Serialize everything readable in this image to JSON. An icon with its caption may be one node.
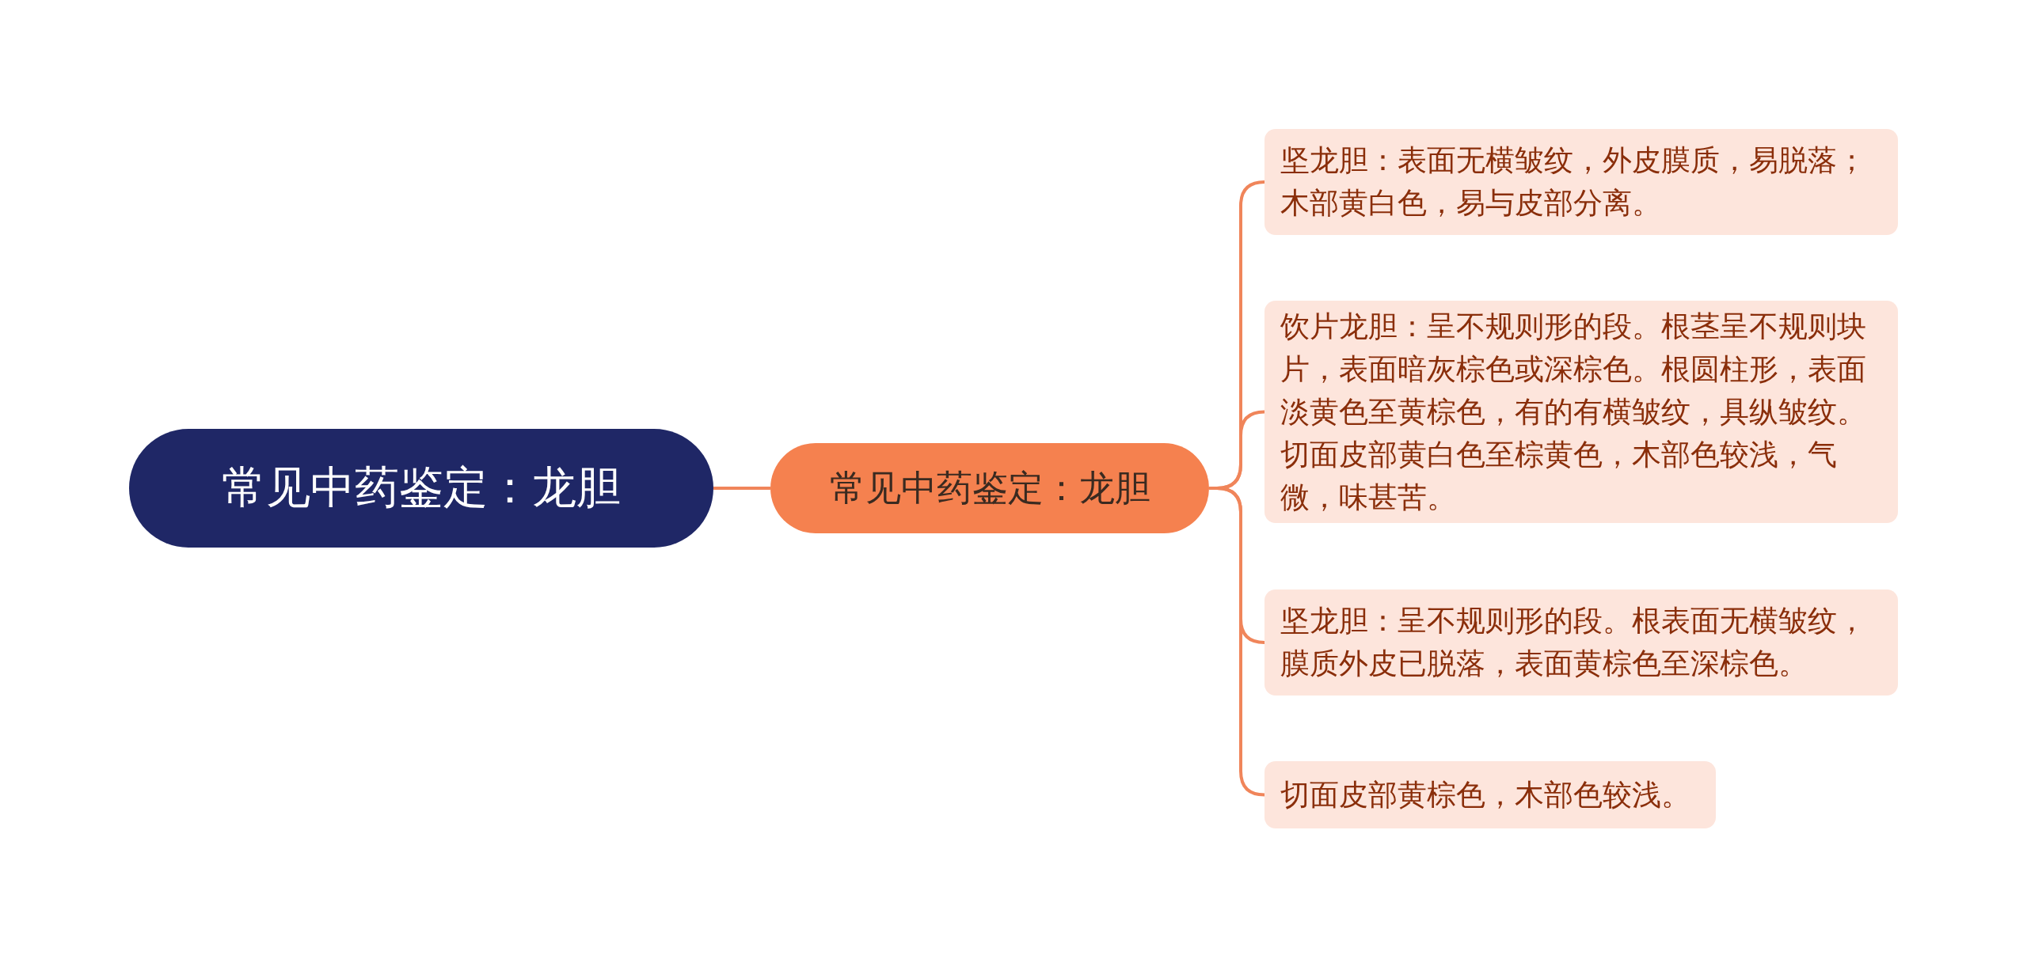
{
  "diagram": {
    "nodes": [
      {
        "text": [
          "常见中药鉴定：龙胆"
        ]
      },
      {
        "text": [
          "常见中药鉴定：龙胆"
        ]
      },
      {
        "text": [
          "坚龙胆：表面无横皱纹，外皮膜质，易脱落；木部黄白色，易与皮部分离。"
        ]
      },
      {
        "text": [
          "饮片龙胆：呈不规则形的段。根茎呈不规则块片，表面暗灰棕色或深棕色。根圆柱形，表面淡黄色至黄棕色，有的有横皱纹，具纵皱纹。切面皮部黄白色至棕黄色，木部色较浅，气微，味甚苦。"
        ]
      },
      {
        "text": [
          "坚龙胆：呈不规则形的段。根表面无横皱纹，膜质外皮已脱落，表面黄棕色至深棕色。"
        ]
      },
      {
        "text": [
          "切面皮部黄棕色，木部色较浅。"
        ]
      }
    ],
    "edges": [
      {
        "from": 0,
        "to": 1,
        "arrow": "none"
      },
      {
        "from": 1,
        "to": 2,
        "arrow": "none"
      },
      {
        "from": 1,
        "to": 3,
        "arrow": "none"
      },
      {
        "from": 1,
        "to": 4,
        "arrow": "none"
      },
      {
        "from": 1,
        "to": 5,
        "arrow": "none"
      }
    ]
  }
}
